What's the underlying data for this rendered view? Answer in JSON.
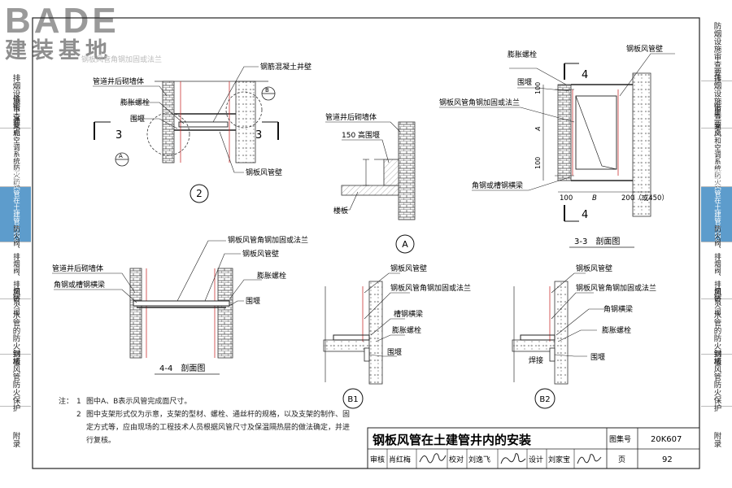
{
  "logo": {
    "brand": "BADE",
    "sub": "建装基地",
    "faded_caption": "钢板风管角钢加固或法兰"
  },
  "left_tabs": [
    {
      "label": "审查要点"
    },
    {
      "label": "排烟设施审查要点"
    },
    {
      "label": "供暖、通风和空调系统防火防烟审查要点"
    },
    {
      "label": "钢板风管在土建管井内的安装"
    },
    {
      "label": "防火阀、排烟阀、排烟防火阀"
    },
    {
      "label": "风管、水管的防火封堵"
    },
    {
      "label": "钢板风管防火保护"
    },
    {
      "label": "附录"
    }
  ],
  "right_tabs": [
    {
      "label": "防烟设施审查要点"
    },
    {
      "label": "排烟设施审查要点"
    },
    {
      "label": "供暖、通风和空调系统防火审查要点"
    },
    {
      "label": "钢板风管在土建管井内的安装"
    },
    {
      "label": "防火阀、排烟阀、排烟防火阀"
    },
    {
      "label": "风管、水管的防火封堵"
    },
    {
      "label": "钢板风管防火保护"
    },
    {
      "label": "附录"
    }
  ],
  "fig_plan": {
    "circle": "2",
    "labels": {
      "concrete_wall": "钢筋混凝土井壁",
      "masonry_wall": "管道井后砌墙体",
      "bolt": "膨胀螺栓",
      "curb": "围堰",
      "duct_wall": "钢板风管壁"
    },
    "section_3": "3",
    "detail_a": "A",
    "detail_b": "B"
  },
  "fig_a": {
    "circle": "A",
    "labels": {
      "masonry_wall": "管道井后砌墙体",
      "curb_150": "150 高围堰",
      "dim": "150",
      "slab": "楼板"
    }
  },
  "fig_33": {
    "title": "3-3　剖面图",
    "section_4": "4",
    "labels": {
      "bolt": "膨胀螺栓",
      "curb": "围堰",
      "duct_wall": "钢板风管壁",
      "angle_flange": "钢板风管角钢加固或法兰",
      "beam": "角钢或槽钢横梁"
    },
    "dims": {
      "top": "100",
      "a": "A",
      "bottom": "100",
      "left": "100",
      "b": "B",
      "right": "200（或450）"
    }
  },
  "fig_44": {
    "title": "4-4　剖面图",
    "labels": {
      "angle_flange": "钢板风管角钢加固或法兰",
      "duct_wall": "钢板风管壁",
      "masonry_wall": "管道井后砌墙体",
      "bolt": "膨胀螺栓",
      "beam": "角钢或槽钢横梁",
      "curb": "围堰"
    }
  },
  "fig_b1": {
    "circle": "B1",
    "labels": {
      "duct_wall": "钢板风管壁",
      "angle_flange": "钢板风管角钢加固或法兰",
      "channel": "槽钢横梁",
      "bolt": "膨胀螺栓",
      "curb": "围堰"
    }
  },
  "fig_b2": {
    "circle": "B2",
    "labels": {
      "duct_wall": "钢板风管壁",
      "angle_flange": "钢板风管角钢加固或法兰",
      "beam": "角钢横梁",
      "bolt": "膨胀螺栓",
      "weld": "焊接",
      "curb": "围堰"
    }
  },
  "notes": {
    "label": "注：",
    "items": [
      {
        "num": "1",
        "text": "图中A、B表示风管完成面尺寸。"
      },
      {
        "num": "2",
        "text": "图中支架形式仅为示意，支架的型材、螺栓、通丝杆的规格，以及支架的制作、固定方式等，应由现场的工程技术人员根据风管尺寸及保温隔热层的做法确定，并进行复核。"
      }
    ]
  },
  "titleblock": {
    "title": "钢板风管在土建管井内的安装",
    "atlas_label": "图集号",
    "atlas_no": "20K607",
    "review_label": "审核",
    "reviewer": "肖红梅",
    "check_label": "校对",
    "checker": "刘逸飞",
    "design_label": "设计",
    "designer": "刘家宝",
    "page_label": "页",
    "page_no": "92"
  }
}
